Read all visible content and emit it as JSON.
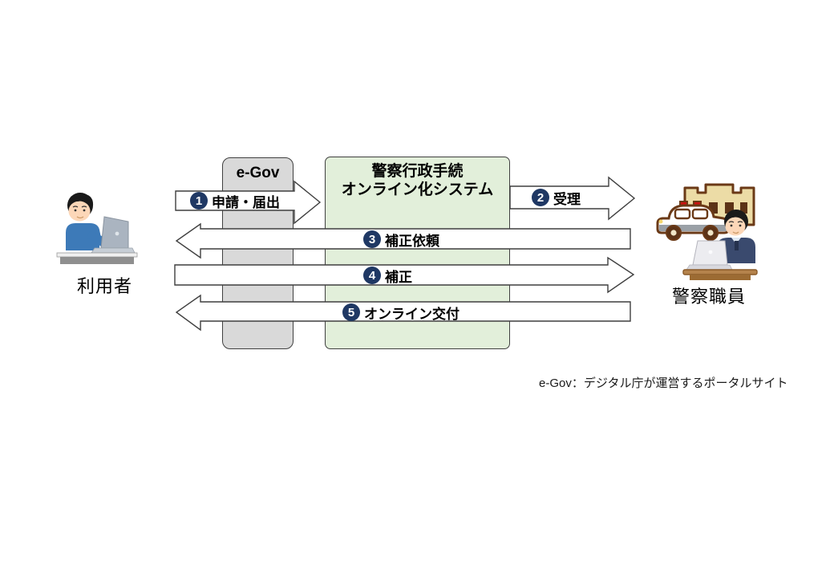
{
  "diagram": {
    "actors": {
      "user": {
        "label": "利用者",
        "icon": "person-at-laptop-illustration"
      },
      "police": {
        "label": "警察職員",
        "icon": "police-officer-at-desk-illustration"
      }
    },
    "boxes": {
      "egov": {
        "label": "e-Gov",
        "fill": "#d9d9d9"
      },
      "system": {
        "label_line1": "警察行政手続",
        "label_line2": "オンライン化システム",
        "fill": "#e2efda"
      }
    },
    "arrows": [
      {
        "num": "1",
        "label": "申請・届出",
        "direction": "right",
        "from": "利用者",
        "to": "警察行政手続オンライン化システム"
      },
      {
        "num": "2",
        "label": "受理",
        "direction": "right",
        "from": "警察行政手続オンライン化システム",
        "to": "警察職員"
      },
      {
        "num": "3",
        "label": "補正依頼",
        "direction": "left",
        "from": "警察職員",
        "to": "利用者"
      },
      {
        "num": "4",
        "label": "補正",
        "direction": "right",
        "from": "利用者",
        "to": "警察職員"
      },
      {
        "num": "5",
        "label": "オンライン交付",
        "direction": "left",
        "from": "警察職員",
        "to": "利用者"
      }
    ],
    "badge_color": "#1f3864",
    "arrow_fill": "#ffffff",
    "footnote": "e-Gov：デジタル庁が運営するポータルサイト"
  }
}
